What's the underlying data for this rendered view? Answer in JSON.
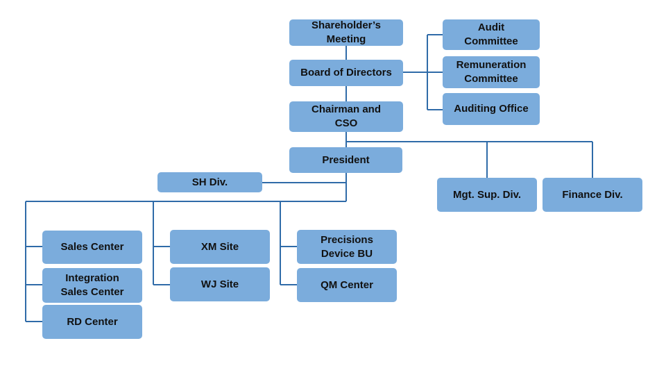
{
  "colors": {
    "box": "#7bacdc",
    "line": "#2f6ba8",
    "text": "#111111"
  },
  "nodes": {
    "shareholders": "Shareholder’s\nMeeting",
    "board": "Board of Directors",
    "audit": "Audit\nCommittee",
    "remuneration": "Remuneration\nCommittee",
    "auditing_office": "Auditing Office",
    "chairman": "Chairman and\nCSO",
    "president": "President",
    "sh_div": "SH Div.",
    "mgt_sup": "Mgt. Sup. Div.",
    "finance": "Finance Div.",
    "sales_center": "Sales Center",
    "integration_sales": "Integration\nSales Center",
    "rd_center": "RD Center",
    "xm_site": "XM Site",
    "wj_site": "WJ Site",
    "precisions": "Precisions\nDevice BU",
    "qm_center": "QM Center"
  }
}
